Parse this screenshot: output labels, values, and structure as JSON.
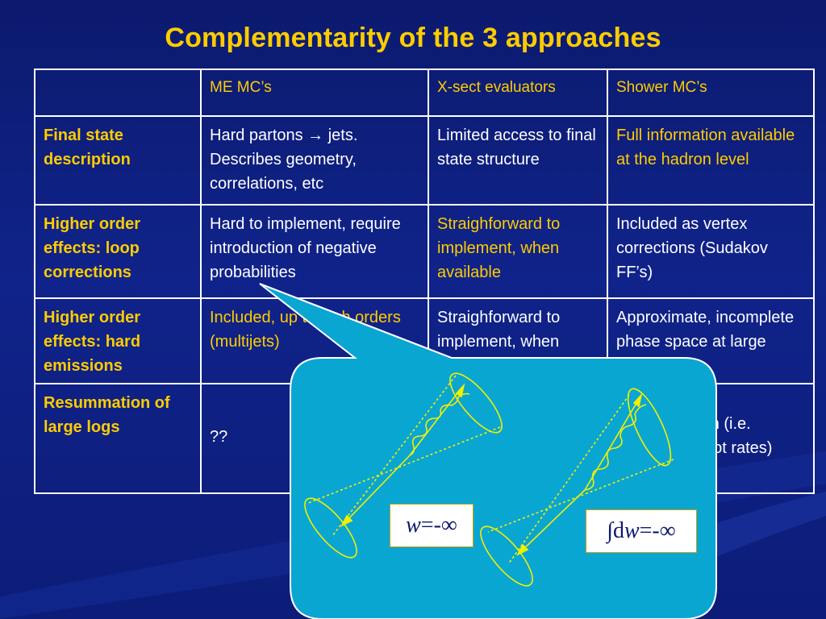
{
  "title": "Complementarity of the 3 approaches",
  "colors": {
    "background": "#10238a",
    "title": "#ffcc00",
    "highlight": "#ffcc00",
    "callout": "#0aa6d2",
    "callout_stroke": "#f0f000"
  },
  "table": {
    "columns": [
      "",
      "ME MC’s",
      "X-sect evaluators",
      "Shower MC’s"
    ],
    "rows": [
      {
        "label": "Final state description",
        "cells": [
          "Hard partons → jets. Describes geometry, correlations, etc",
          "Limited access to final state structure",
          "Full information available at the hadron level"
        ]
      },
      {
        "label": "Higher order effects: loop corrections",
        "cells": [
          "Hard to implement, require introduction of negative probabilities",
          "Straighforward to implement, when available",
          "Included  as vertex corrections (Sudakov FF’s)"
        ]
      },
      {
        "label": "Higher order effects: hard emissions",
        "cells": [
          "Included, up to high orders (multijets)",
          "Straighforward to implement, when",
          "Approximate, incomplete phase space at large angle"
        ]
      },
      {
        "label": "Resummation of large logs",
        "cells": [
          "??",
          "",
          "Approximation (i.e. shapes, but not rates)"
        ]
      }
    ]
  },
  "callout": {
    "label_left_var": "w",
    "label_left_val": "=-∞",
    "label_right_int": "∫d",
    "label_right_var": "w",
    "label_right_val": "=-∞"
  }
}
